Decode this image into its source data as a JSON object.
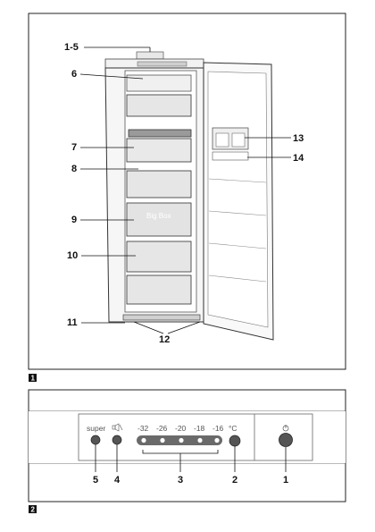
{
  "figure1": {
    "number": "1",
    "callouts": {
      "c1_5": "1-5",
      "c6": "6",
      "c7": "7",
      "c8": "8",
      "c9": "9",
      "c10": "10",
      "c11": "11",
      "c12": "12",
      "c13": "13",
      "c14": "14"
    },
    "big_box_label": "Big Box"
  },
  "figure2": {
    "number": "2",
    "panel": {
      "super_label": "super",
      "alarm_icon": "alarm-off-icon",
      "temps": [
        "-32",
        "-26",
        "-20",
        "-18",
        "-16"
      ],
      "celsius_label": "°C",
      "power_icon": "power-icon"
    },
    "callouts": {
      "c5": "5",
      "c4": "4",
      "c3": "3",
      "c2": "2",
      "c1": "1"
    }
  }
}
